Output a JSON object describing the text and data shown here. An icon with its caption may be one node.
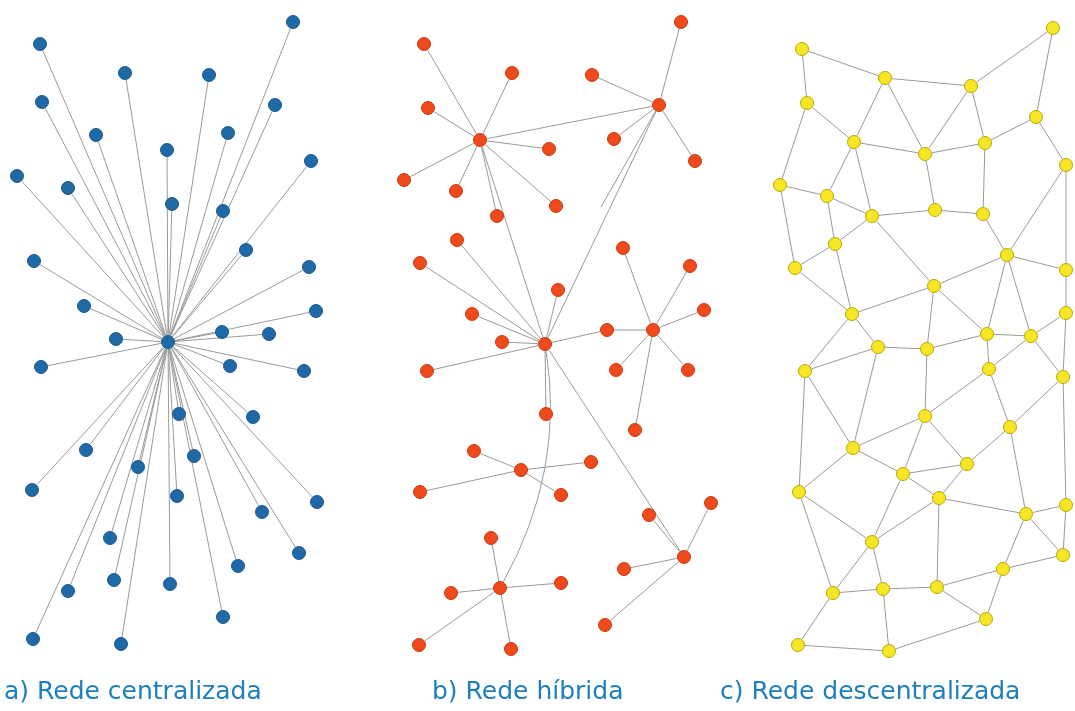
{
  "diagram": {
    "nodes": [
      {
        "text": [],
        "shape": "circle"
      },
      {
        "text": [],
        "shape": "circle"
      },
      {
        "text": [],
        "shape": "circle"
      },
      {
        "text": [],
        "shape": "circle"
      },
      {
        "text": [],
        "shape": "circle"
      },
      {
        "text": [],
        "shape": "circle"
      },
      {
        "text": [],
        "shape": "circle"
      },
      {
        "text": [],
        "shape": "circle"
      },
      {
        "text": [],
        "shape": "circle"
      },
      {
        "text": [],
        "shape": "circle"
      },
      {
        "text": [],
        "shape": "circle"
      },
      {
        "text": [],
        "shape": "circle"
      },
      {
        "text": [],
        "shape": "circle"
      },
      {
        "text": [],
        "shape": "circle"
      },
      {
        "text": [],
        "shape": "circle"
      },
      {
        "text": [],
        "shape": "circle"
      },
      {
        "text": [],
        "shape": "circle"
      },
      {
        "text": [],
        "shape": "circle"
      },
      {
        "text": [],
        "shape": "circle"
      },
      {
        "text": [],
        "shape": "circle"
      },
      {
        "text": [],
        "shape": "circle"
      },
      {
        "text": [],
        "shape": "circle"
      },
      {
        "text": [],
        "shape": "circle"
      },
      {
        "text": [],
        "shape": "circle"
      },
      {
        "text": [],
        "shape": "circle"
      },
      {
        "text": [],
        "shape": "circle"
      },
      {
        "text": [],
        "shape": "circle"
      },
      {
        "text": [],
        "shape": "circle"
      },
      {
        "text": [],
        "shape": "circle"
      },
      {
        "text": [],
        "shape": "circle"
      },
      {
        "text": [],
        "shape": "circle"
      },
      {
        "text": [],
        "shape": "circle"
      },
      {
        "text": [],
        "shape": "circle"
      },
      {
        "text": [],
        "shape": "circle"
      },
      {
        "text": [],
        "shape": "circle"
      },
      {
        "text": [],
        "shape": "circle"
      },
      {
        "text": [],
        "shape": "circle"
      },
      {
        "text": [],
        "shape": "circle"
      },
      {
        "text": [],
        "shape": "circle"
      },
      {
        "text": [],
        "shape": "circle"
      },
      {
        "text": [],
        "shape": "circle"
      },
      {
        "text": [],
        "shape": "circle"
      },
      {
        "text": [],
        "shape": "circle"
      },
      {
        "text": [],
        "shape": "circle"
      },
      {
        "text": [],
        "shape": "circle"
      },
      {
        "text": [],
        "shape": "circle"
      },
      {
        "text": [],
        "shape": "circle"
      },
      {
        "text": [],
        "shape": "circle"
      },
      {
        "text": [],
        "shape": "circle"
      },
      {
        "text": [],
        "shape": "circle"
      },
      {
        "text": [],
        "shape": "circle"
      },
      {
        "text": [],
        "shape": "circle"
      },
      {
        "text": [],
        "shape": "circle"
      },
      {
        "text": [],
        "shape": "circle"
      },
      {
        "text": [],
        "shape": "circle"
      },
      {
        "text": [],
        "shape": "circle"
      },
      {
        "text": [],
        "shape": "circle"
      },
      {
        "text": [],
        "shape": "circle"
      },
      {
        "text": [],
        "shape": "circle"
      },
      {
        "text": [],
        "shape": "circle"
      },
      {
        "text": [],
        "shape": "circle"
      },
      {
        "text": [],
        "shape": "circle"
      },
      {
        "text": [],
        "shape": "circle"
      },
      {
        "text": [],
        "shape": "circle"
      },
      {
        "text": [],
        "shape": "circle"
      },
      {
        "text": [],
        "shape": "circle"
      },
      {
        "text": [],
        "shape": "circle"
      },
      {
        "text": [],
        "shape": "circle"
      },
      {
        "text": [],
        "shape": "circle"
      },
      {
        "text": [],
        "shape": "circle"
      },
      {
        "text": [],
        "shape": "circle"
      },
      {
        "text": [],
        "shape": "circle"
      },
      {
        "text": [],
        "shape": "circle"
      },
      {
        "text": [],
        "shape": "circle"
      },
      {
        "text": [],
        "shape": "circle"
      },
      {
        "text": [],
        "shape": "circle"
      },
      {
        "text": [],
        "shape": "circle"
      },
      {
        "text": [],
        "shape": "circle"
      },
      {
        "text": [],
        "shape": "circle"
      },
      {
        "text": [],
        "shape": "circle"
      },
      {
        "text": [],
        "shape": "circle"
      },
      {
        "text": [],
        "shape": "circle"
      },
      {
        "text": [],
        "shape": "circle"
      },
      {
        "text": [],
        "shape": "circle"
      },
      {
        "text": [],
        "shape": "circle"
      },
      {
        "text": [],
        "shape": "circle"
      },
      {
        "text": [],
        "shape": "circle"
      },
      {
        "text": [],
        "shape": "circle"
      },
      {
        "text": [],
        "shape": "circle"
      },
      {
        "text": [],
        "shape": "circle"
      },
      {
        "text": [],
        "shape": "circle"
      },
      {
        "text": [],
        "shape": "circle"
      },
      {
        "text": [],
        "shape": "circle"
      },
      {
        "text": [],
        "shape": "circle"
      },
      {
        "text": [],
        "shape": "circle"
      },
      {
        "text": [],
        "shape": "circle"
      },
      {
        "text": [],
        "shape": "circle"
      },
      {
        "text": [],
        "shape": "circle"
      },
      {
        "text": [],
        "shape": "circle"
      },
      {
        "text": [],
        "shape": "circle"
      },
      {
        "text": [],
        "shape": "circle"
      },
      {
        "text": [],
        "shape": "circle"
      },
      {
        "text": [],
        "shape": "circle"
      },
      {
        "text": [],
        "shape": "circle"
      },
      {
        "text": [],
        "shape": "circle"
      },
      {
        "text": [],
        "shape": "circle"
      },
      {
        "text": [],
        "shape": "circle"
      },
      {
        "text": [],
        "shape": "circle"
      },
      {
        "text": [],
        "shape": "circle"
      },
      {
        "text": [],
        "shape": "circle"
      },
      {
        "text": [],
        "shape": "circle"
      },
      {
        "text": [],
        "shape": "circle"
      },
      {
        "text": [],
        "shape": "circle"
      },
      {
        "text": [],
        "shape": "circle"
      },
      {
        "text": [],
        "shape": "circle"
      },
      {
        "text": [],
        "shape": "circle"
      },
      {
        "text": [],
        "shape": "circle"
      },
      {
        "text": [],
        "shape": "circle"
      },
      {
        "text": [],
        "shape": "circle"
      },
      {
        "text": [],
        "shape": "circle"
      },
      {
        "text": [],
        "shape": "circle"
      },
      {
        "text": [],
        "shape": "circle"
      },
      {
        "text": [],
        "shape": "circle"
      },
      {
        "text": [],
        "shape": "circle"
      },
      {
        "text": [],
        "shape": "circle"
      },
      {
        "text": [],
        "shape": "circle"
      },
      {
        "text": [],
        "shape": "circle"
      },
      {
        "text": [],
        "shape": "circle"
      },
      {
        "text": [],
        "shape": "circle"
      },
      {
        "text": [],
        "shape": "circle"
      },
      {
        "text": [],
        "shape": "circle"
      },
      {
        "text": [],
        "shape": "circle"
      },
      {
        "text": [],
        "shape": "circle"
      },
      {
        "text": [],
        "shape": "circle"
      },
      {
        "text": [],
        "shape": "circle"
      },
      {
        "text": [],
        "shape": "circle"
      },
      {
        "text": [],
        "shape": "circle"
      }
    ],
    "edges": [
      {
        "from": 0,
        "to": 1,
        "arrow": "none"
      },
      {
        "from": 0,
        "to": 2,
        "arrow": "none"
      },
      {
        "from": 0,
        "to": 3,
        "arrow": "none"
      },
      {
        "from": 0,
        "to": 4,
        "arrow": "none"
      },
      {
        "from": 0,
        "to": 5,
        "arrow": "none"
      },
      {
        "from": 0,
        "to": 6,
        "arrow": "none"
      },
      {
        "from": 0,
        "to": 7,
        "arrow": "none"
      },
      {
        "from": 0,
        "to": 8,
        "arrow": "none"
      },
      {
        "from": 0,
        "to": 9,
        "arrow": "none"
      },
      {
        "from": 0,
        "to": 10,
        "arrow": "none"
      },
      {
        "from": 0,
        "to": 11,
        "arrow": "none"
      },
      {
        "from": 0,
        "to": 12,
        "arrow": "none"
      },
      {
        "from": 0,
        "to": 13,
        "arrow": "none"
      },
      {
        "from": 0,
        "to": 14,
        "arrow": "none"
      },
      {
        "from": 0,
        "to": 15,
        "arrow": "none"
      },
      {
        "from": 0,
        "to": 16,
        "arrow": "none"
      },
      {
        "from": 0,
        "to": 17,
        "arrow": "none"
      },
      {
        "from": 0,
        "to": 18,
        "arrow": "none"
      },
      {
        "from": 0,
        "to": 19,
        "arrow": "none"
      },
      {
        "from": 0,
        "to": 20,
        "arrow": "none"
      },
      {
        "from": 0,
        "to": 21,
        "arrow": "none"
      },
      {
        "from": 0,
        "to": 22,
        "arrow": "none"
      },
      {
        "from": 0,
        "to": 23,
        "arrow": "none"
      },
      {
        "from": 0,
        "to": 24,
        "arrow": "none"
      },
      {
        "from": 0,
        "to": 25,
        "arrow": "none"
      },
      {
        "from": 0,
        "to": 26,
        "arrow": "none"
      },
      {
        "from": 0,
        "to": 27,
        "arrow": "none"
      },
      {
        "from": 0,
        "to": 28,
        "arrow": "none"
      },
      {
        "from": 0,
        "to": 29,
        "arrow": "none"
      },
      {
        "from": 0,
        "to": 30,
        "arrow": "none"
      },
      {
        "from": 0,
        "to": 31,
        "arrow": "none"
      },
      {
        "from": 0,
        "to": 32,
        "arrow": "none"
      },
      {
        "from": 0,
        "to": 33,
        "arrow": "none"
      },
      {
        "from": 0,
        "to": 34,
        "arrow": "none"
      },
      {
        "from": 0,
        "to": 35,
        "arrow": "none"
      },
      {
        "from": 0,
        "to": 36,
        "arrow": "none"
      },
      {
        "from": 0,
        "to": 37,
        "arrow": "none"
      },
      {
        "from": 0,
        "to": 38,
        "arrow": "none"
      },
      {
        "from": 0,
        "to": 39,
        "arrow": "none"
      },
      {
        "from": 0,
        "to": 40,
        "arrow": "none"
      },
      {
        "from": 0,
        "to": 41,
        "arrow": "none"
      },
      {
        "from": 0,
        "to": 42,
        "arrow": "none"
      },
      {
        "from": 0,
        "to": 43,
        "arrow": "none"
      },
      {
        "from": 44,
        "to": 45,
        "arrow": "none"
      },
      {
        "from": 44,
        "to": 46,
        "arrow": "none"
      },
      {
        "from": 45,
        "to": 46,
        "arrow": "none"
      },
      {
        "from": 45,
        "to": null,
        "arrow": "none"
      },
      {
        "from": 46,
        "to": 73,
        "arrow": "none"
      },
      {
        "from": 46,
        "to": 49,
        "arrow": "none"
      },
      {
        "from": 46,
        "to": 50,
        "arrow": "none"
      },
      {
        "from": 44,
        "to": 51,
        "arrow": "none"
      },
      {
        "from": 44,
        "to": 52,
        "arrow": "none"
      },
      {
        "from": 44,
        "to": 53,
        "arrow": "none"
      },
      {
        "from": 44,
        "to": 54,
        "arrow": "none"
      },
      {
        "from": 44,
        "to": 55,
        "arrow": "none"
      },
      {
        "from": 44,
        "to": 56,
        "arrow": "none"
      },
      {
        "from": 44,
        "to": 57,
        "arrow": "none"
      },
      {
        "from": 44,
        "to": 58,
        "arrow": "none"
      },
      {
        "from": 45,
        "to": 59,
        "arrow": "none"
      },
      {
        "from": 45,
        "to": 60,
        "arrow": "none"
      },
      {
        "from": 45,
        "to": 61,
        "arrow": "none"
      },
      {
        "from": 45,
        "to": 62,
        "arrow": "none"
      },
      {
        "from": 46,
        "to": 63,
        "arrow": "none"
      },
      {
        "from": 46,
        "to": 64,
        "arrow": "none"
      },
      {
        "from": 46,
        "to": 65,
        "arrow": "none"
      },
      {
        "from": 46,
        "to": 66,
        "arrow": "none"
      },
      {
        "from": 46,
        "to": 67,
        "arrow": "none"
      },
      {
        "from": 46,
        "to": 68,
        "arrow": "none"
      },
      {
        "from": 46,
        "to": 69,
        "arrow": "none"
      },
      {
        "from": 47,
        "to": 70,
        "arrow": "none"
      },
      {
        "from": 47,
        "to": 71,
        "arrow": "none"
      },
      {
        "from": 47,
        "to": 72,
        "arrow": "none"
      },
      {
        "from": 47,
        "to": 73,
        "arrow": "none"
      },
      {
        "from": 47,
        "to": 74,
        "arrow": "none"
      },
      {
        "from": 47,
        "to": 75,
        "arrow": "none"
      },
      {
        "from": 47,
        "to": 76,
        "arrow": "none"
      },
      {
        "from": 48,
        "to": 77,
        "arrow": "none"
      },
      {
        "from": 48,
        "to": 78,
        "arrow": "none"
      },
      {
        "from": 48,
        "to": 79,
        "arrow": "none"
      },
      {
        "from": 48,
        "to": 80,
        "arrow": "none"
      },
      {
        "from": 49,
        "to": 81,
        "arrow": "none"
      },
      {
        "from": 49,
        "to": 82,
        "arrow": "none"
      },
      {
        "from": 49,
        "to": 83,
        "arrow": "none"
      },
      {
        "from": 49,
        "to": 84,
        "arrow": "none"
      },
      {
        "from": 49,
        "to": 85,
        "arrow": "none"
      },
      {
        "from": 50,
        "to": 86,
        "arrow": "none"
      },
      {
        "from": 50,
        "to": 87,
        "arrow": "none"
      },
      {
        "from": 50,
        "to": 88,
        "arrow": "none"
      },
      {
        "from": 50,
        "to": 89,
        "arrow": "none"
      },
      {
        "from": 90,
        "to": 91,
        "arrow": "none"
      },
      {
        "from": 90,
        "to": 94,
        "arrow": "none"
      },
      {
        "from": 91,
        "to": 92,
        "arrow": "none"
      },
      {
        "from": 92,
        "to": 93,
        "arrow": "none"
      },
      {
        "from": 93,
        "to": 98,
        "arrow": "none"
      },
      {
        "from": 91,
        "to": 95,
        "arrow": "none"
      },
      {
        "from": 91,
        "to": 96,
        "arrow": "none"
      },
      {
        "from": 92,
        "to": 96,
        "arrow": "none"
      },
      {
        "from": 92,
        "to": 97,
        "arrow": "none"
      },
      {
        "from": 94,
        "to": 95,
        "arrow": "none"
      },
      {
        "from": 94,
        "to": 100,
        "arrow": "none"
      },
      {
        "from": 95,
        "to": 96,
        "arrow": "none"
      },
      {
        "from": 95,
        "to": 101,
        "arrow": "none"
      },
      {
        "from": 95,
        "to": 102,
        "arrow": "none"
      },
      {
        "from": 96,
        "to": 97,
        "arrow": "none"
      },
      {
        "from": 97,
        "to": 98,
        "arrow": "none"
      },
      {
        "from": 97,
        "to": 104,
        "arrow": "none"
      },
      {
        "from": 98,
        "to": 99,
        "arrow": "none"
      },
      {
        "from": 96,
        "to": 103,
        "arrow": "none"
      },
      {
        "from": 103,
        "to": 104,
        "arrow": "none"
      },
      {
        "from": 102,
        "to": 103,
        "arrow": "none"
      },
      {
        "from": 101,
        "to": 102,
        "arrow": "none"
      },
      {
        "from": 100,
        "to": 101,
        "arrow": "none"
      },
      {
        "from": 100,
        "to": 107,
        "arrow": "none"
      },
      {
        "from": 101,
        "to": 105,
        "arrow": "none"
      },
      {
        "from": 102,
        "to": 105,
        "arrow": "none"
      },
      {
        "from": 102,
        "to": 109,
        "arrow": "none"
      },
      {
        "from": 104,
        "to": 106,
        "arrow": "none"
      },
      {
        "from": 99,
        "to": 106,
        "arrow": "none"
      },
      {
        "from": 99,
        "to": 108,
        "arrow": "none"
      },
      {
        "from": 105,
        "to": 107,
        "arrow": "none"
      },
      {
        "from": 105,
        "to": 110,
        "arrow": "none"
      },
      {
        "from": 107,
        "to": 110,
        "arrow": "none"
      },
      {
        "from": 106,
        "to": 109,
        "arrow": "none"
      },
      {
        "from": 106,
        "to": 108,
        "arrow": "none"
      },
      {
        "from": 106,
        "to": 111,
        "arrow": "none"
      },
      {
        "from": 106,
        "to": 112,
        "arrow": "none"
      },
      {
        "from": 109,
        "to": 110,
        "arrow": "none"
      },
      {
        "from": 109,
        "to": 111,
        "arrow": "none"
      },
      {
        "from": 109,
        "to": 115,
        "arrow": "none"
      },
      {
        "from": 108,
        "to": 113,
        "arrow": "none"
      },
      {
        "from": 112,
        "to": 113,
        "arrow": "none"
      },
      {
        "from": 111,
        "to": 112,
        "arrow": "none"
      },
      {
        "from": 110,
        "to": 114,
        "arrow": "none"
      },
      {
        "from": 110,
        "to": 117,
        "arrow": "none"
      },
      {
        "from": 114,
        "to": 115,
        "arrow": "none"
      },
      {
        "from": 115,
        "to": 111,
        "arrow": "none"
      },
      {
        "from": 111,
        "to": 116,
        "arrow": "none"
      },
      {
        "from": 116,
        "to": 112,
        "arrow": "none"
      },
      {
        "from": 112,
        "to": 118,
        "arrow": "none"
      },
      {
        "from": 113,
        "to": 118,
        "arrow": "none"
      },
      {
        "from": 114,
        "to": 117,
        "arrow": "none"
      },
      {
        "from": 114,
        "to": 121,
        "arrow": "none"
      },
      {
        "from": 115,
        "to": 119,
        "arrow": "none"
      },
      {
        "from": 116,
        "to": 119,
        "arrow": "none"
      },
      {
        "from": 116,
        "to": 120,
        "arrow": "none"
      },
      {
        "from": 117,
        "to": 121,
        "arrow": "none"
      },
      {
        "from": 117,
        "to": 125,
        "arrow": "none"
      },
      {
        "from": 118,
        "to": 120,
        "arrow": "none"
      },
      {
        "from": 118,
        "to": 127,
        "arrow": "none"
      },
      {
        "from": 119,
        "to": 121,
        "arrow": "none"
      },
      {
        "from": 119,
        "to": 123,
        "arrow": "none"
      },
      {
        "from": 119,
        "to": 122,
        "arrow": "none"
      },
      {
        "from": 120,
        "to": 122,
        "arrow": "none"
      },
      {
        "from": 120,
        "to": 126,
        "arrow": "none"
      },
      {
        "from": 121,
        "to": 123,
        "arrow": "none"
      },
      {
        "from": 121,
        "to": 125,
        "arrow": "none"
      },
      {
        "from": 122,
        "to": 123,
        "arrow": "none"
      },
      {
        "from": 122,
        "to": 124,
        "arrow": "none"
      },
      {
        "from": 123,
        "to": 124,
        "arrow": "none"
      },
      {
        "from": 124,
        "to": 126,
        "arrow": "none"
      },
      {
        "from": 126,
        "to": 127,
        "arrow": "none"
      },
      {
        "from": 124,
        "to": 128,
        "arrow": "none"
      },
      {
        "from": 123,
        "to": 128,
        "arrow": "none"
      },
      {
        "from": 125,
        "to": 128,
        "arrow": "none"
      },
      {
        "from": 125,
        "to": 131,
        "arrow": "none"
      },
      {
        "from": 126,
        "to": 130,
        "arrow": "none"
      },
      {
        "from": 127,
        "to": 129,
        "arrow": "none"
      },
      {
        "from": 126,
        "to": 129,
        "arrow": "none"
      },
      {
        "from": 128,
        "to": 132,
        "arrow": "none"
      },
      {
        "from": 128,
        "to": 131,
        "arrow": "none"
      },
      {
        "from": 124,
        "to": 133,
        "arrow": "none"
      },
      {
        "from": 130,
        "to": 133,
        "arrow": "none"
      },
      {
        "from": 130,
        "to": 134,
        "arrow": "none"
      },
      {
        "from": 129,
        "to": 130,
        "arrow": "none"
      },
      {
        "from": 131,
        "to": 132,
        "arrow": "none"
      },
      {
        "from": 132,
        "to": 133,
        "arrow": "none"
      },
      {
        "from": 133,
        "to": 134,
        "arrow": "none"
      },
      {
        "from": 131,
        "to": 135,
        "arrow": "none"
      },
      {
        "from": 132,
        "to": 136,
        "arrow": "none"
      },
      {
        "from": 135,
        "to": 136,
        "arrow": "none"
      },
      {
        "from": 134,
        "to": 136,
        "arrow": "none"
      }
    ],
    "labels": [
      "a) Rede centralizada",
      "b) Rede híbrida",
      "c) Rede descentralizada"
    ]
  }
}
